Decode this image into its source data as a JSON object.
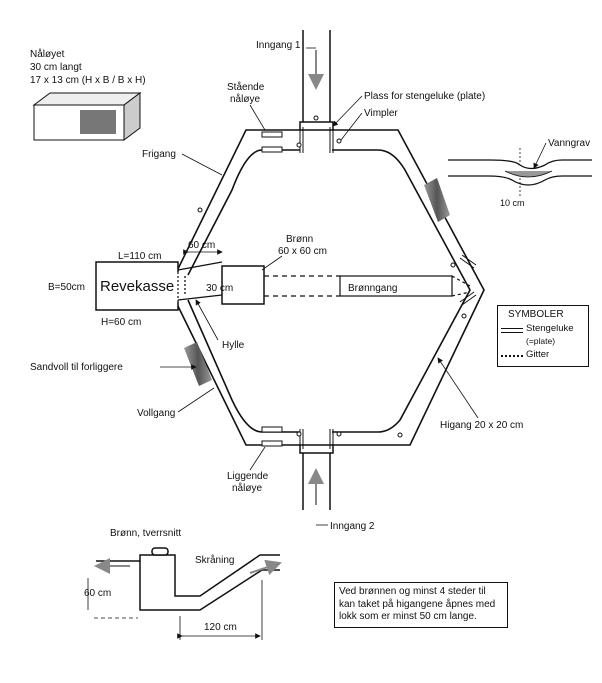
{
  "labels": {
    "naloeyet_title": "Nåløyet",
    "naloeyet_length": "30 cm langt",
    "naloeyet_dims": "17 x 13 cm (H x B / B x H)",
    "inngang1": "Inngang 1",
    "inngang2": "Inngang 2",
    "staende_1": "Stående",
    "staende_2": "nåløye",
    "plass_stengeluke": "Plass for stengeluke (plate)",
    "vimpler": "Vimpler",
    "vanngrav": "Vanngrav",
    "frigang": "Frigang",
    "brnn_title": "Brønn",
    "brnn_size": "60 x 60 cm",
    "dim_60cm": "60 cm",
    "dim_30cm": "30 cm",
    "l110": "L=110 cm",
    "b50": "B=50cm",
    "h60": "H=60 cm",
    "revekasse": "Revekasse",
    "bronngang": "Brønngang",
    "hylle": "Hylle",
    "sandvoll": "Sandvoll til forliggere",
    "vollgang": "Vollgang",
    "higang": "Higang 20 x 20 cm",
    "liggende_1": "Liggende",
    "liggende_2": "nåløye",
    "vann_10cm": "10 cm",
    "tverrsnitt": "Brønn, tverrsnitt",
    "skraning": "Skråning",
    "ts_60cm": "60 cm",
    "ts_120cm": "120 cm"
  },
  "symbols": {
    "title": "SYMBOLER",
    "stengeluke": "Stengeluke",
    "stengeluke_note": "(=plate)",
    "gitter": "Gitter"
  },
  "note": {
    "line1": "Ved brønnen og minst 4 steder til",
    "line2": "kan taket på higangene åpnes med",
    "line3": "lokk som er minst 50 cm lange."
  }
}
